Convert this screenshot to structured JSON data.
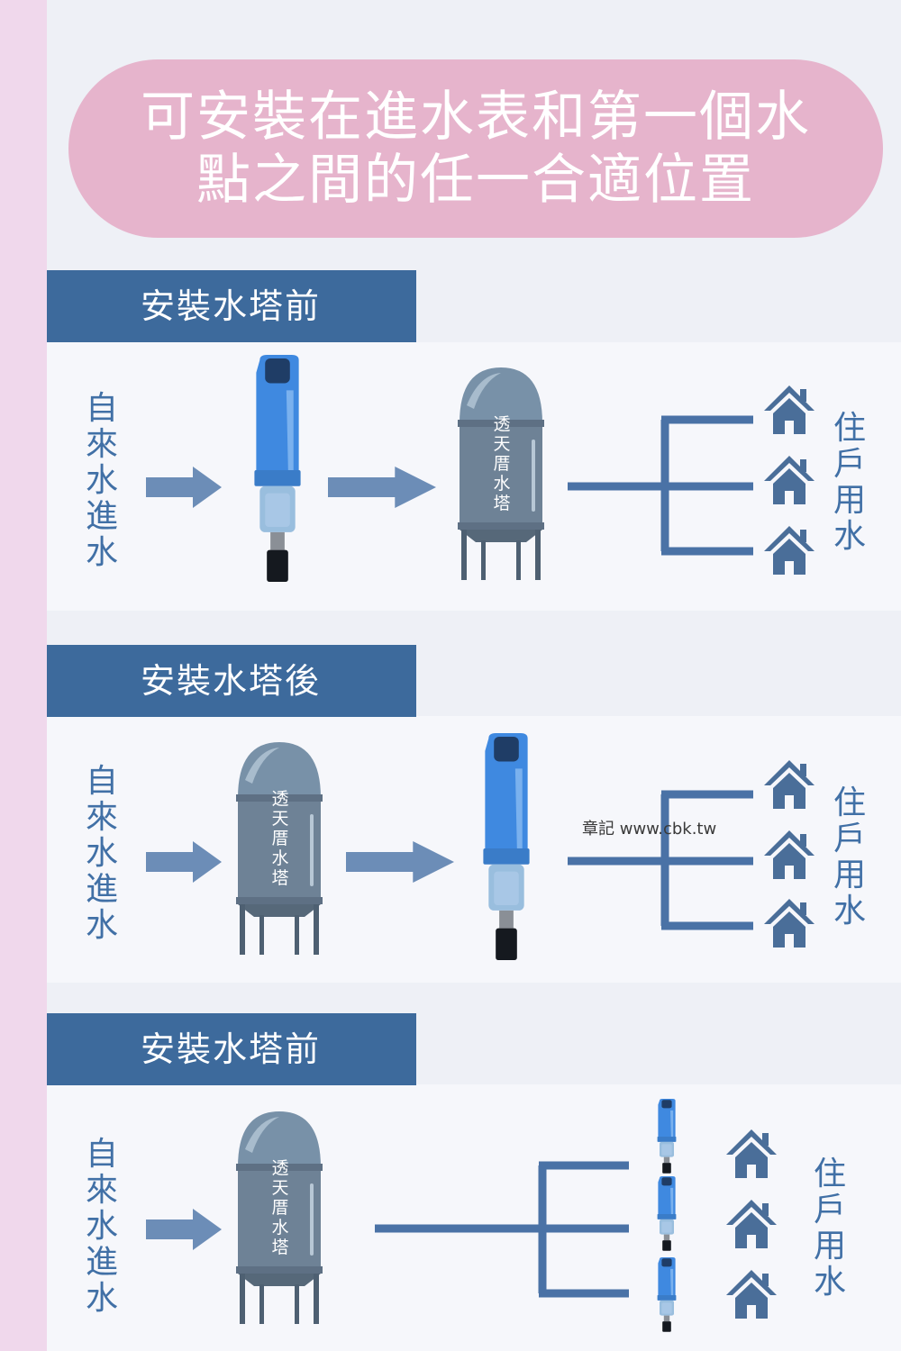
{
  "title": {
    "line1": "可安裝在進水表和第一個水",
    "line2": "點之間的任一合適位置"
  },
  "colors": {
    "accent_pink": "#e6b4cc",
    "header_blue": "#3d6a9c",
    "diagram_blue": "#4a72a6",
    "tower_grey": "#6e8296",
    "filter_blue": "#3f89e0"
  },
  "watermark": "章記 www.cbk.tw",
  "sections": [
    {
      "heading": "安裝水塔前",
      "source_label": "自來水進水",
      "tower_label": "透天厝水塔",
      "destination_label": "住戶用水",
      "icons": [
        "arrow-right-icon",
        "whole-house-filter-icon",
        "arrow-right-icon",
        "water-tower-icon",
        "branch-pipe-icon",
        "house-icon",
        "house-icon",
        "house-icon"
      ]
    },
    {
      "heading": "安裝水塔後",
      "source_label": "自來水進水",
      "tower_label": "透天厝水塔",
      "destination_label": "住戶用水",
      "icons": [
        "arrow-right-icon",
        "water-tower-icon",
        "arrow-right-icon",
        "whole-house-filter-icon",
        "branch-pipe-icon",
        "house-icon",
        "house-icon",
        "house-icon"
      ]
    },
    {
      "heading": "安裝水塔前",
      "source_label": "自來水進水",
      "tower_label": "透天厝水塔",
      "destination_label": "住戶用水",
      "icons": [
        "arrow-right-icon",
        "water-tower-icon",
        "branch-pipe-icon",
        "filter-icon",
        "filter-icon",
        "filter-icon",
        "house-icon",
        "house-icon",
        "house-icon"
      ]
    }
  ]
}
